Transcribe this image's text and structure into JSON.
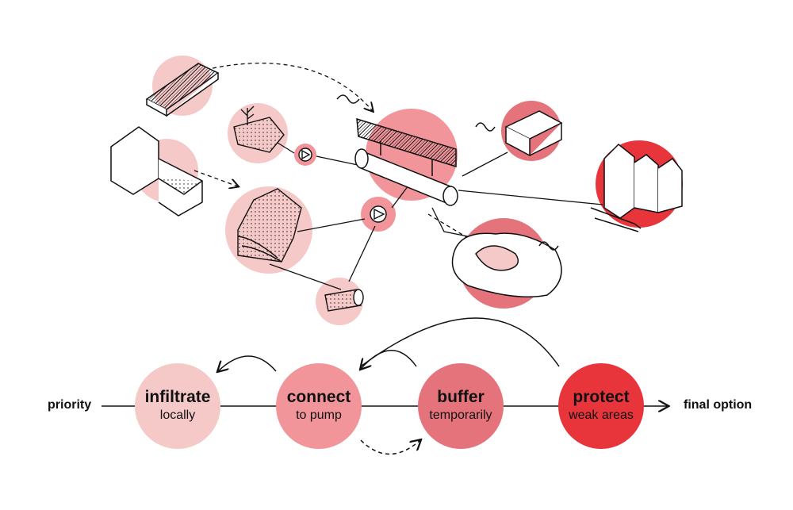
{
  "colors": {
    "infiltrate": "#f6c9c9",
    "connect": "#f1959a",
    "buffer": "#e5737b",
    "protect": "#e8353c",
    "line": "#111111"
  },
  "flow": {
    "start_label": "priority",
    "end_label": "final option",
    "steps": [
      {
        "title": "infiltrate",
        "subtitle": "locally"
      },
      {
        "title": "connect",
        "subtitle": "to pump"
      },
      {
        "title": "buffer",
        "subtitle": "temporarily"
      },
      {
        "title": "protect",
        "subtitle": "weak areas"
      }
    ]
  },
  "sketch": {
    "icons": [
      "green-roof-icon",
      "planted-garden-icon",
      "house-icon",
      "pump-icon",
      "infiltration-field-icon",
      "culvert-pipe-icon",
      "swale-pipe-icon",
      "storage-basin-icon",
      "retention-pond-icon",
      "protected-buildings-icon"
    ]
  }
}
